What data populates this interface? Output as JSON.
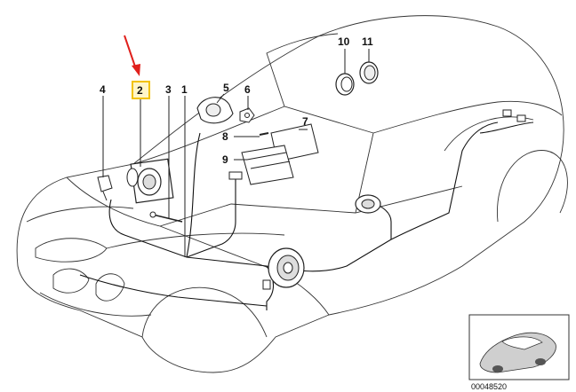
{
  "callouts": [
    {
      "label": "1"
    },
    {
      "label": "2"
    },
    {
      "label": "3"
    },
    {
      "label": "4"
    },
    {
      "label": "5"
    },
    {
      "label": "6"
    },
    {
      "label": "7"
    },
    {
      "label": "8"
    },
    {
      "label": "9"
    },
    {
      "label": "10"
    },
    {
      "label": "11"
    }
  ],
  "highlight": {
    "label": "2",
    "box_color": "#f2c200",
    "arrow_color": "#e0201c"
  },
  "inset": {
    "part_number": "00048520"
  }
}
